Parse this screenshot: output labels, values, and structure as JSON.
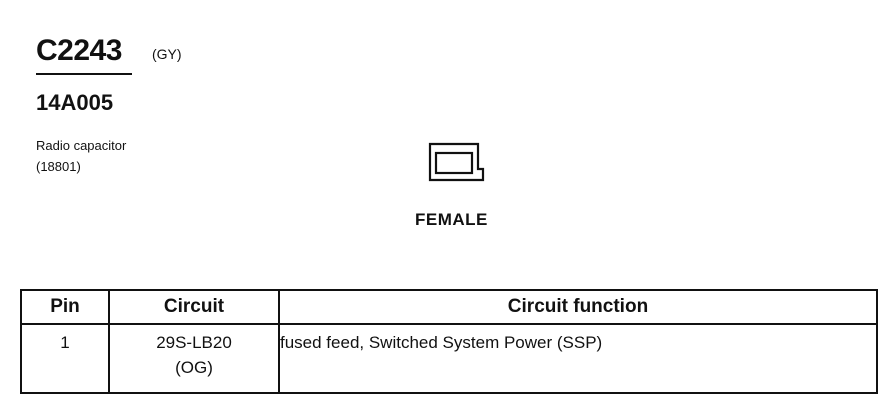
{
  "connector": {
    "id": "C2243",
    "color": "(GY)",
    "part_number": "14A005",
    "description_lines": [
      "Radio capacitor",
      "(18801)"
    ],
    "icon": "connector-female-icon",
    "gender": "FEMALE"
  },
  "table": {
    "headers": [
      "Pin",
      "Circuit",
      "Circuit function"
    ],
    "rows": [
      {
        "pin": "1",
        "circuit": "29S-LB20",
        "circuit_color": "(OG)",
        "function": "fused feed, Switched System Power (SSP)"
      }
    ]
  }
}
